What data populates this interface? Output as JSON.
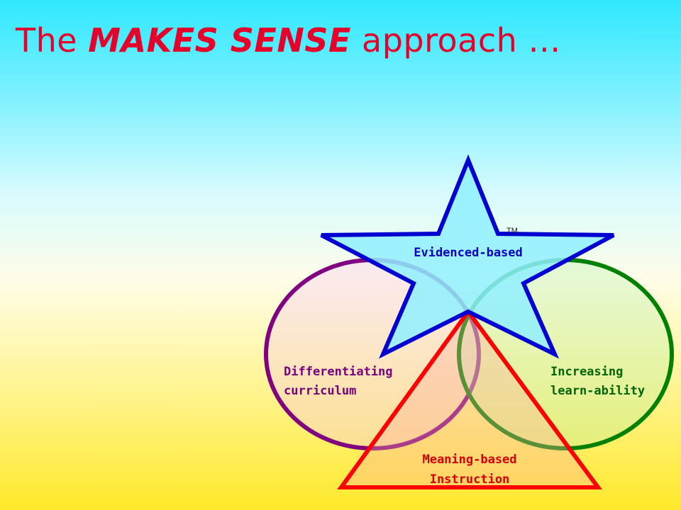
{
  "title": {
    "prefix": "The",
    "emphasis": "MAKES SENSE",
    "suffix": "approach …"
  },
  "diagram": {
    "trademark": "TM",
    "star_label": "Evidenced-based",
    "left_circle_label": [
      "Differentiating",
      "curriculum"
    ],
    "right_circle_label": [
      "Increasing",
      "learn-ability"
    ],
    "triangle_label": [
      "Meaning-based",
      "Instruction"
    ]
  },
  "colors": {
    "title": "#e4002a",
    "star_stroke": "#0000d0",
    "star_fill": "#8ff0ff",
    "left_circle_stroke": "#800080",
    "right_circle_stroke": "#008000",
    "triangle_stroke": "#ff0000",
    "left_label": "#7a007a",
    "right_label": "#006400",
    "star_label": "#0000c0",
    "triangle_label": "#d40000"
  }
}
